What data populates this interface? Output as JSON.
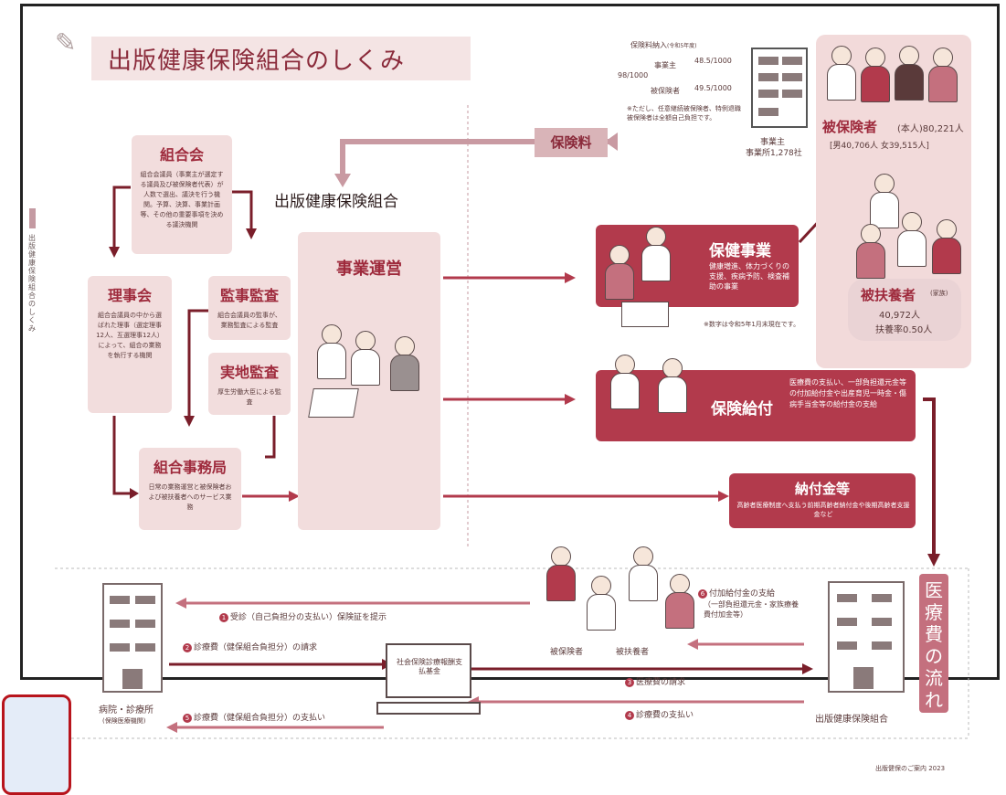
{
  "title": "出版健康保険組合のしくみ",
  "side_label": "出版健康保険組合のしくみ",
  "center_title": "出版健康保険組合",
  "premium": {
    "header": "保険料納入",
    "header_note": "(令和5年度)",
    "rate": "98/1000",
    "employer_label": "事業主",
    "employer_rate": "48.5/1000",
    "insured_label": "被保険者",
    "insured_rate": "49.5/1000",
    "note": "※ただし、任意継続被保険者、特例退職被保険者は全額自己負担です。",
    "label": "保険料"
  },
  "employer": {
    "label": "事業主",
    "count": "事業所1,278社"
  },
  "insured": {
    "label": "被保険者",
    "count": "(本人)80,221人",
    "breakdown": "[男40,706人 女39,515人]"
  },
  "dependents": {
    "label": "被扶養者",
    "note": "(家族)",
    "count": "40,972人",
    "ratio": "扶養率0.50人"
  },
  "left_boxes": {
    "kumiaikai": {
      "title": "組合会",
      "text": "組合会議員（事業主が選定する議員及び被保険者代表）が人数で選出、議決を行う機関。予算、決算、事業計画等、その他の重要事項を決める議決機関"
    },
    "rijikai": {
      "title": "理事会",
      "text": "組合会議員の中から選ばれた理事（選定理事12人、互選理事12人）によって、組合の業務を執行する機関"
    },
    "kansa": {
      "title": "監事監査",
      "text": "組合会議員の監事が、業務監査による監査"
    },
    "jicchi": {
      "title": "実地監査",
      "text": "厚生労働大臣による監査"
    },
    "jimukyoku": {
      "title": "組合事務局",
      "text": "日常の業務運営と被保険者および被扶養者へのサービス業務"
    }
  },
  "center": {
    "title": "事業運営"
  },
  "right_boxes": {
    "hoken_jigyo": {
      "title": "保健事業",
      "text": "健康増進、体力づくりの支援、疾病予防、検査補助の事業"
    },
    "hoken_kyufu": {
      "title": "保険給付",
      "text": "医療費の支払い、一部負担還元金等の付加給付金や出産育児一時金・傷病手当金等の給付金の支給"
    },
    "noufukin": {
      "title": "納付金等",
      "text": "高齢者医療制度へ支払う前期高齢者納付金や後期高齢者支援金など"
    }
  },
  "date_note": "※数字は令和5年1月末現在です。",
  "iryohi": "医療費の流れ",
  "bottom": {
    "hospital": "病院・診療所",
    "hospital_sub": "(保険医療機関)",
    "review": "社会保険診療報酬支払基金",
    "kumiai": "出版健康保険組合",
    "insured": "被保険者",
    "dependents": "被扶養者",
    "f1": "受診（自己負担分の支払い）保険証を提示",
    "f2": "診療費（健保組合負担分）の請求",
    "f3": "医療費の請求",
    "f4": "診療費の支払い",
    "f5": "診療費（健保組合負担分）の支払い",
    "f6": "付加給付金の支給",
    "f6_note": "（一部負担還元金・家族療養費付加金等）"
  },
  "footer": "出版健保のご案内 2023"
}
